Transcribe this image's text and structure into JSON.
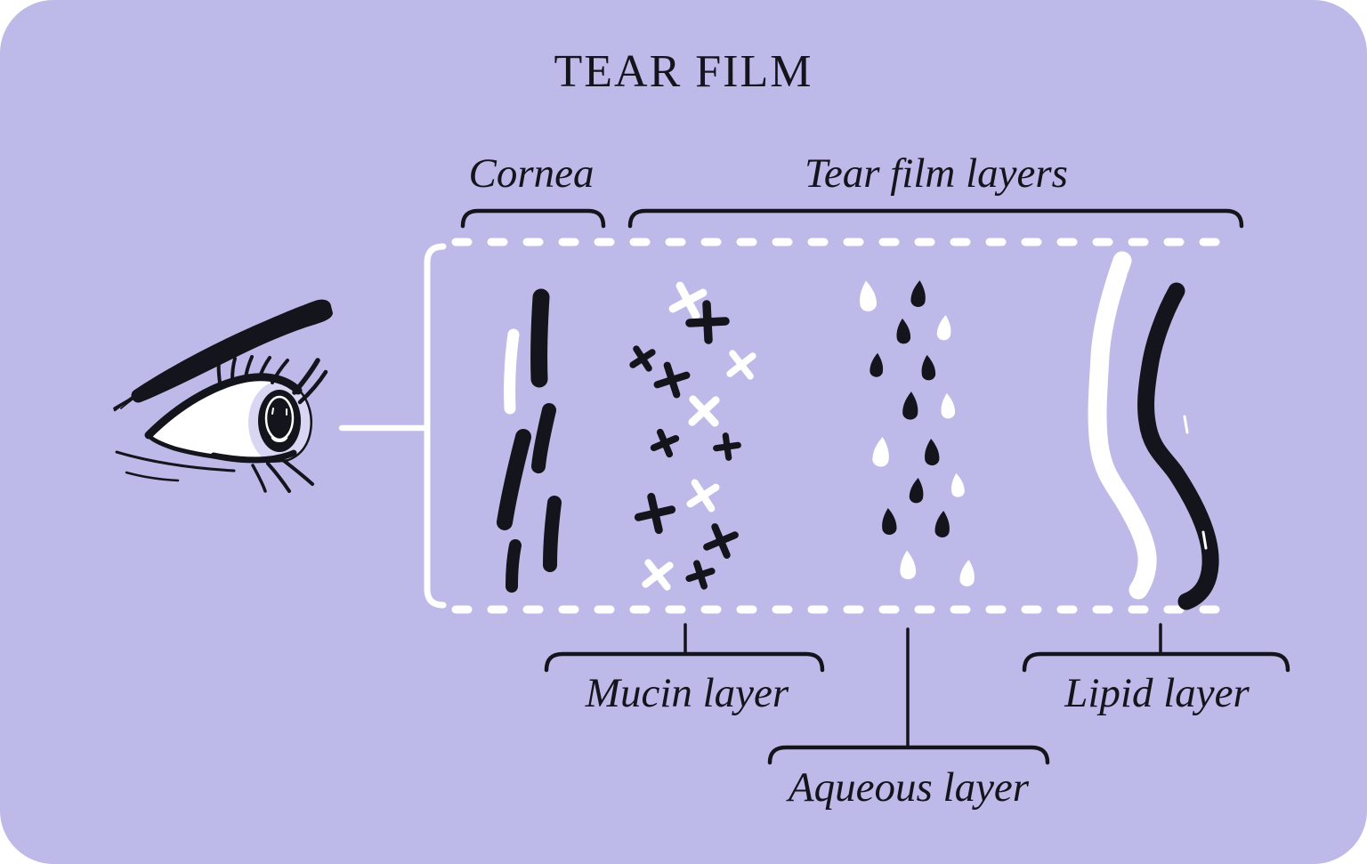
{
  "title": "TEAR FILM",
  "top_labels": {
    "cornea": "Cornea",
    "tear_film_layers": "Tear film layers"
  },
  "layer_labels": {
    "mucin": "Mucin layer",
    "aqueous": "Aqueous layer",
    "lipid": "Lipid layer"
  },
  "icons": {
    "eye": "side-view-eye-illustration",
    "cornea_pattern": "vertical-brush-strokes",
    "mucin_pattern": "cross-marks",
    "aqueous_pattern": "teardrop-marks",
    "lipid_pattern": "wavy-lines"
  },
  "colors": {
    "bg": "#ffffff",
    "panel": "#bdb9e8",
    "ink": "#14141c",
    "white": "#ffffff",
    "irisring": "#d9d6f3"
  }
}
